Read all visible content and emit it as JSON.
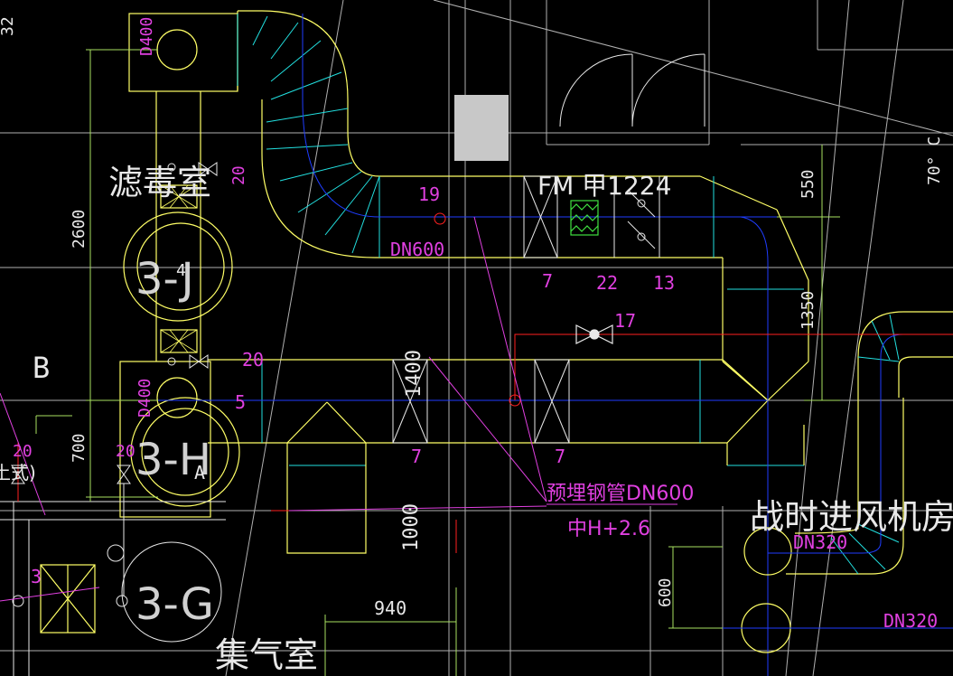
{
  "colors": {
    "background": "#000000",
    "duct": "#ffff66",
    "center_line": "#1f3dff",
    "cyan": "#22e0e0",
    "magenta": "#e040e0",
    "dim": "#a8e060",
    "grid": "#b0b0b0",
    "white": "#e8e8e8",
    "red": "#ff2020",
    "valve_green": "#40e040",
    "gray_block": "#c8c8c8"
  },
  "labels": {
    "filter_room": "滤毒室",
    "gas_room": "集气室",
    "fan_room": "战时进风机房",
    "equipment_tag": "FM 甲1224",
    "dn600": "DN600",
    "dn320_a": "DN320",
    "dn320_b": "DN320",
    "d400_a": "D400",
    "d400_b": "D400",
    "pipe_note_1": "预埋钢管DN600",
    "pipe_note_2": "中H+2.6",
    "axis_b": "B",
    "angle": "70° C",
    "partial_left": "32",
    "partial_paren": "土式)"
  },
  "equipment": {
    "ring_3j": "3-J",
    "ring_3h": "3-H",
    "ring_3g": "3-G",
    "ring_4": "4",
    "ring_a": "A"
  },
  "numbers": {
    "n19": "19",
    "n7a": "7",
    "n22": "22",
    "n13": "13",
    "n17": "17",
    "n20a": "20",
    "n20b": "20",
    "n20c": "20",
    "n20d": "20",
    "n5": "5",
    "n7b": "7",
    "n7c": "7",
    "n3": "3"
  },
  "dimensions": {
    "d2600": "2600",
    "d700": "700",
    "d550": "550",
    "d1350": "1350",
    "d1400": "1400",
    "d1000": "1000",
    "d940": "940",
    "d600": "600"
  }
}
